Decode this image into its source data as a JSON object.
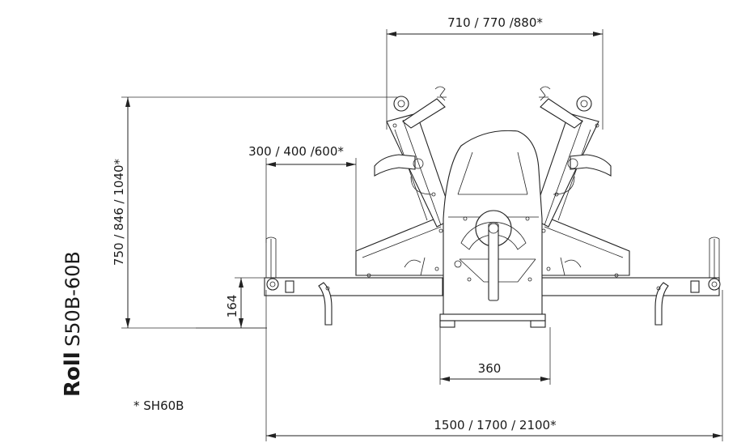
{
  "brand": {
    "bold": "Roll",
    "model": "S50B-60B"
  },
  "dimensions": {
    "top_width": "710 / 770 /880*",
    "tray_width": "300 / 400 /600*",
    "height": "750 / 846 / 1040*",
    "table_height": "164",
    "base_width": "360",
    "total_length": "1500 / 1700 / 2100*"
  },
  "footnote": "* SH60B"
}
